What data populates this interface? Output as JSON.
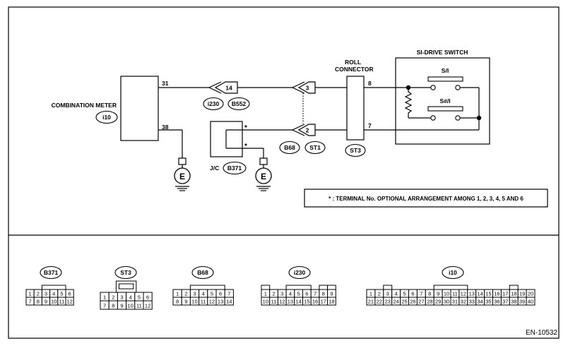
{
  "components": {
    "combination_meter": {
      "name": "COMBINATION METER",
      "code": "i10",
      "pins": [
        "31",
        "38"
      ]
    },
    "si_drive_switch": {
      "name": "SI-DRIVE SWITCH",
      "contacts": [
        "S/I",
        "S#/I"
      ]
    },
    "roll_connector": {
      "name_line1": "ROLL",
      "name_line2": "CONNECTOR",
      "code": "ST3",
      "pins": [
        "8",
        "7"
      ]
    },
    "joint_connector": {
      "prefix": "J/C",
      "code": "B371",
      "marks": [
        "*",
        "*"
      ]
    }
  },
  "inline_connectors": [
    {
      "pin": "14",
      "codes": [
        "i230",
        "B552"
      ]
    },
    {
      "pin": "3"
    },
    {
      "pin": "2",
      "codes": [
        "B68",
        "ST1"
      ]
    }
  ],
  "grounds": [
    "E",
    "E"
  ],
  "note": "* : TERMINAL No. OPTIONAL ARRANGEMENT AMONG 1, 2, 3, 4, 5 AND 6",
  "connector_faces": [
    {
      "code": "B371",
      "rows": [
        [
          "1",
          "2",
          "3",
          "4",
          "5",
          "6"
        ],
        [
          "7",
          "8",
          "9",
          "10",
          "11",
          "12"
        ]
      ]
    },
    {
      "code": "ST3",
      "rows": [
        [
          "1",
          "2",
          "3",
          "4",
          "5",
          "6"
        ],
        [
          "7",
          "8",
          "9",
          "10",
          "11",
          "12"
        ]
      ]
    },
    {
      "code": "B68",
      "rows": [
        [
          "1",
          "2",
          "3",
          "4",
          "5",
          "6",
          "7"
        ],
        [
          "8",
          "9",
          "10",
          "11",
          "12",
          "13",
          "14"
        ]
      ]
    },
    {
      "code": "i230",
      "rows": [
        [
          "1",
          "2",
          "3",
          "4",
          "5",
          "6",
          "7",
          "8",
          "9"
        ],
        [
          "10",
          "11",
          "12",
          "13",
          "14",
          "15",
          "16",
          "17",
          "18"
        ]
      ]
    },
    {
      "code": "i10",
      "rows": [
        [
          "1",
          "2",
          "3",
          "4",
          "5",
          "6",
          "7",
          "8",
          "9",
          "10",
          "11",
          "12",
          "13",
          "14",
          "15",
          "16",
          "17",
          "18",
          "19",
          "20"
        ],
        [
          "21",
          "22",
          "23",
          "24",
          "25",
          "26",
          "27",
          "28",
          "29",
          "30",
          "31",
          "32",
          "33",
          "34",
          "35",
          "36",
          "37",
          "38",
          "39",
          "40"
        ]
      ]
    }
  ],
  "figure_id": "EN-10532"
}
